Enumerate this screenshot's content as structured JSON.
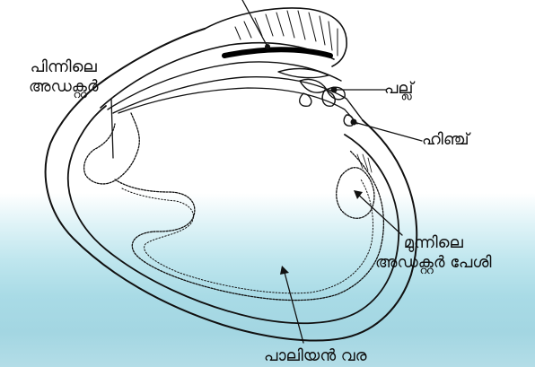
{
  "labels": {
    "posterior_adductor_line1": "പിന്നിലെ",
    "posterior_adductor_line2": "അഡക്റ്റർ",
    "tooth": "പല്ല്",
    "hinge": "ഹിഞ്ച്",
    "anterior_adductor_line1": "മുന്നിലെ",
    "anterior_adductor_line2": "അഡക്റ്റർ പേശി",
    "pallial_line": "പാലിയൻ വര"
  },
  "colors": {
    "ink": "#111111",
    "background_wash": "#a9dbe6"
  }
}
